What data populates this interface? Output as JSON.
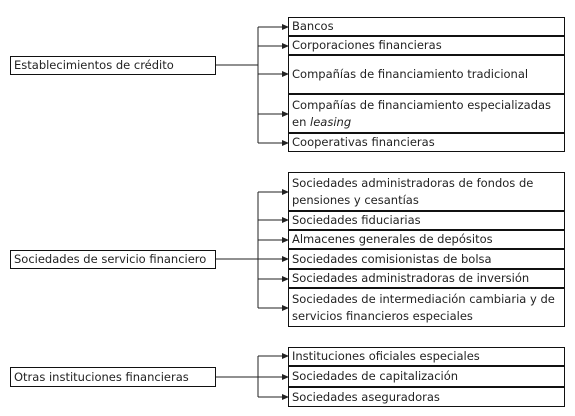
{
  "groups": [
    {
      "label": "Establecimientos de crédito",
      "items": [
        "Bancos",
        "Corporaciones financieras",
        "Compañías de financiamiento tradicional",
        "Compañías de financiamiento especializadas en",
        "leasing",
        "Cooperativas financieras"
      ]
    },
    {
      "label": "Sociedades de servicio financiero",
      "items": [
        "Sociedades administradoras de fondos de pensiones y cesantías",
        "Sociedades fiduciarias",
        "Almacenes generales de depósitos",
        "Sociedades comisionistas de bolsa",
        "Sociedades administradoras de inversión",
        "Sociedades de intermediación cambiaria y de servicios financieros especiales"
      ]
    },
    {
      "label": "Otras instituciones financieras",
      "items": [
        "Instituciones oficiales especiales",
        "Sociedades de capitalización",
        "Sociedades aseguradoras"
      ]
    }
  ]
}
